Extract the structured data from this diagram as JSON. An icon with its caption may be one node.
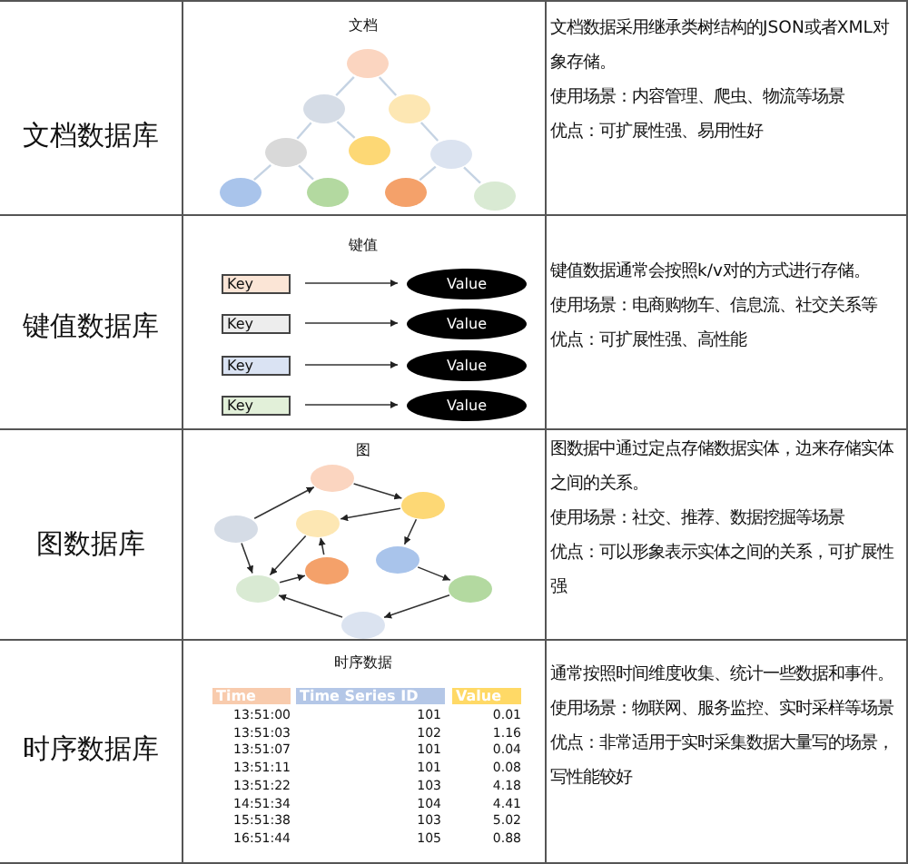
{
  "diagram": {
    "nodes": [
      {
        "text": [],
        "shape": "circle"
      },
      {
        "text": [],
        "shape": "circle"
      },
      {
        "text": [],
        "shape": "circle"
      },
      {
        "text": [],
        "shape": "circle"
      },
      {
        "text": [],
        "shape": "circle"
      },
      {
        "text": [],
        "shape": "circle"
      },
      {
        "text": [],
        "shape": "circle"
      },
      {
        "text": [],
        "shape": "circle"
      },
      {
        "text": [],
        "shape": "circle"
      },
      {
        "text": [],
        "shape": "circle"
      },
      {
        "text": [
          "Key"
        ]
      },
      {
        "text": [
          "Value"
        ]
      },
      {
        "text": [
          "Key"
        ]
      },
      {
        "text": [
          "Value"
        ]
      },
      {
        "text": [
          "Key"
        ]
      },
      {
        "text": [
          "Value"
        ]
      },
      {
        "text": [
          "Key"
        ]
      },
      {
        "text": [
          "Value"
        ]
      },
      {
        "text": [],
        "shape": "circle"
      },
      {
        "text": [],
        "shape": "circle"
      },
      {
        "text": [],
        "shape": "circle"
      },
      {
        "text": [],
        "shape": "circle"
      },
      {
        "text": [],
        "shape": "circle"
      },
      {
        "text": [],
        "shape": "circle"
      },
      {
        "text": [],
        "shape": "circle"
      },
      {
        "text": [],
        "shape": "circle"
      },
      {
        "text": [],
        "shape": "circle"
      }
    ],
    "edges": [
      {
        "from": 0,
        "to": 1,
        "arrow": "none",
        "color": "#c5d3e3"
      },
      {
        "from": 0,
        "to": 2,
        "arrow": "none",
        "color": "#c5d3e3"
      },
      {
        "from": 1,
        "to": 3,
        "arrow": "none",
        "color": "#c5d3e3"
      },
      {
        "from": 1,
        "to": 4,
        "arrow": "none",
        "color": "#c5d3e3"
      },
      {
        "from": 2,
        "to": 5,
        "arrow": "none",
        "color": "#c5d3e3"
      },
      {
        "from": 3,
        "to": 6,
        "arrow": "none",
        "color": "#c5d3e3"
      },
      {
        "from": 3,
        "to": 7,
        "arrow": "none",
        "color": "#c5d3e3"
      },
      {
        "from": 5,
        "to": 8,
        "arrow": "none",
        "color": "#c5d3e3"
      },
      {
        "from": 5,
        "to": 9,
        "arrow": "none",
        "color": "#c5d3e3"
      },
      {
        "from": 10,
        "to": 11,
        "arrow": "to"
      },
      {
        "from": 12,
        "to": 13,
        "arrow": "to"
      },
      {
        "from": 14,
        "to": 15,
        "arrow": "to"
      },
      {
        "from": 16,
        "to": 17,
        "arrow": "to"
      },
      {
        "from": 21,
        "to": 18,
        "arrow": "to"
      },
      {
        "from": 18,
        "to": 19,
        "arrow": "to"
      },
      {
        "from": 19,
        "to": 20,
        "arrow": "to"
      },
      {
        "from": 19,
        "to": 22,
        "arrow": "to"
      },
      {
        "from": 22,
        "to": 25,
        "arrow": "to"
      },
      {
        "from": 25,
        "to": 26,
        "arrow": "to"
      },
      {
        "from": 26,
        "to": 24,
        "arrow": "to"
      },
      {
        "from": 21,
        "to": 24,
        "arrow": "to"
      },
      {
        "from": 20,
        "to": 24,
        "arrow": "to"
      },
      {
        "from": 24,
        "to": 23,
        "arrow": "to"
      },
      {
        "from": 23,
        "to": 20,
        "arrow": "to"
      }
    ],
    "labels": [
      "文档数据库",
      "文档",
      "文档数据采用继承类树结构的JSON或者XML对象存储。",
      "使用场景：内容管理、爬虫、物流等场景",
      "优点：可扩展性强、易用性好",
      "键值数据库",
      "键值",
      "键值数据通常会按照k/v对的方式进行存储。",
      "使用场景：电商购物车、信息流、社交关系等",
      "优点：可扩展性强、高性能",
      "图数据库",
      "图",
      "图数据中通过定点存储数据实体，边来存储实体之间的关系。",
      "使用场景：社交、推荐、数据挖掘等场景",
      "优点：可以形象表示实体之间的关系，可扩展性强",
      "时序数据库",
      "时序数据",
      "Time",
      "Time Series ID",
      "Value",
      "13:51:00",
      "101",
      "0.01",
      "13:51:03",
      "102",
      "1.16",
      "13:51:07",
      "101",
      "0.04",
      "13:51:11",
      "101",
      "0.08",
      "13:51:22",
      "103",
      "4.18",
      "14:51:34",
      "104",
      "4.41",
      "15:51:38",
      "103",
      "5.02",
      "16:51:44",
      "105",
      "0.88",
      "通常按照时间维度收集、统计一些数据和事件。",
      "使用场景：物联网、服务监控、实时采样等场景",
      "优点：非常适用于实时采集数据大量写的场景，写性能较好"
    ]
  }
}
